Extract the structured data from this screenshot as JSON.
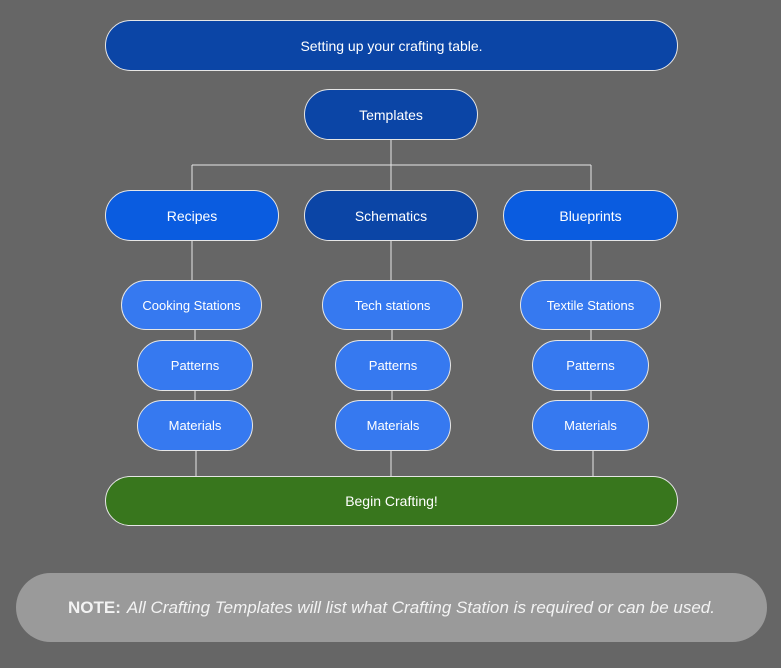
{
  "nodes": {
    "title": "Setting up your crafting table.",
    "templates": "Templates",
    "recipes": "Recipes",
    "schematics": "Schematics",
    "blueprints": "Blueprints",
    "cooking_stations": "Cooking Stations",
    "tech_stations": "Tech stations",
    "textile_stations": "Textile Stations",
    "patterns": "Patterns",
    "materials": "Materials",
    "begin_crafting": "Begin Crafting!"
  },
  "note": {
    "label": "NOTE:",
    "text": "All Crafting Templates will list what Crafting Station is required or can be used."
  },
  "colors": {
    "background": "#666666",
    "dark_blue": "#0b45a6",
    "mid_blue": "#0a5ce0",
    "light_blue": "#3679f0",
    "green": "#38761d",
    "note_background": "#9a9a9a",
    "connector": "#e6e6e6"
  }
}
